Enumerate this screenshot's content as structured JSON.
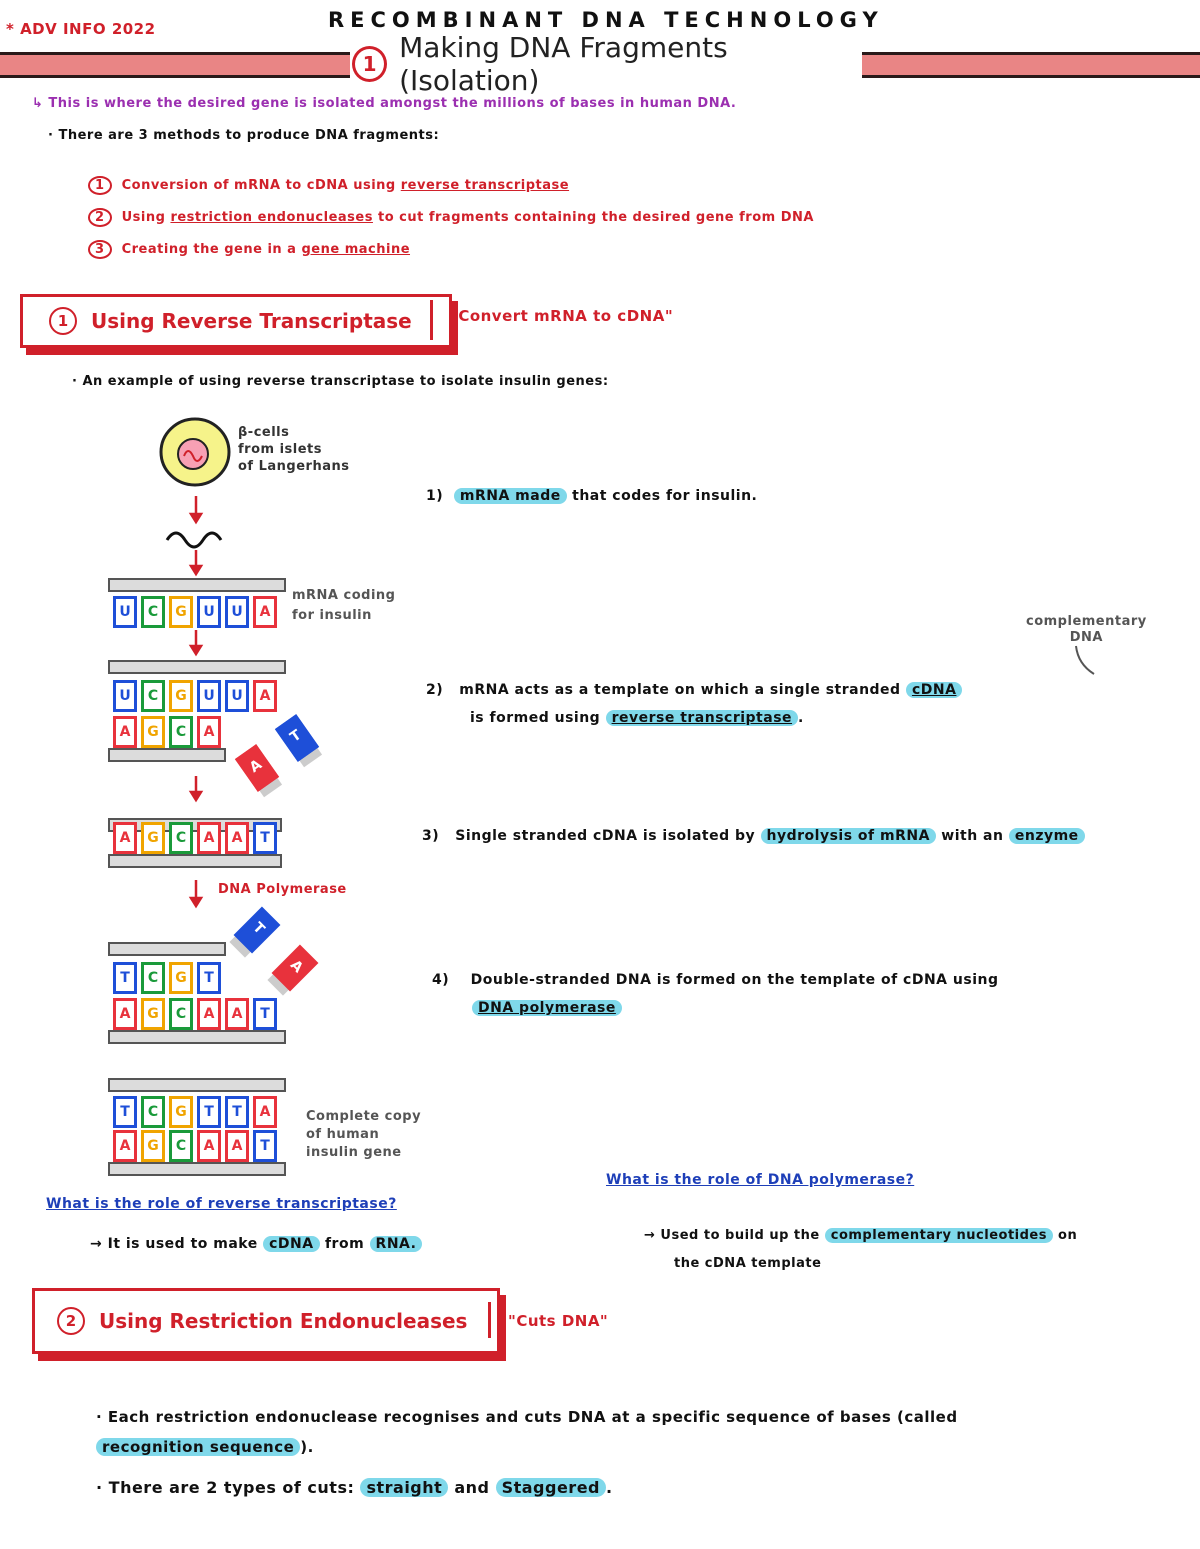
{
  "header": {
    "course": "* ADV INFO 2022",
    "topic": "RECOMBINANT DNA TECHNOLOGY",
    "section_number": "1",
    "section_title": "Making DNA Fragments (Isolation)"
  },
  "intro": {
    "line1": "↳ This is where the desired gene is isolated amongst the millions of bases in human DNA.",
    "line2": "· There are 3 methods to produce DNA fragments:",
    "methods": [
      {
        "num": "1",
        "pre": "Conversion of mRNA to cDNA using ",
        "link": "reverse transcriptase",
        "post": ""
      },
      {
        "num": "2",
        "pre": "Using ",
        "link": "restriction endonucleases",
        "post": " to cut fragments containing the desired gene from DNA"
      },
      {
        "num": "3",
        "pre": "Creating the gene in a ",
        "link": "gene machine",
        "post": ""
      }
    ]
  },
  "section1": {
    "num": "1",
    "title": "Using Reverse Transcriptase",
    "aside": "\"Convert mRNA to cDNA\"",
    "example": "· An example of using reverse transcriptase to isolate insulin genes:",
    "cell_label": [
      "β-cells",
      "from islets",
      "of Langerhans"
    ],
    "mrna_label": [
      "mRNA coding",
      "for insulin"
    ],
    "complementary_label": [
      "complementary",
      "DNA"
    ],
    "polymerase_label": "DNA Polymerase",
    "copy_label": [
      "Complete copy",
      "of human",
      "insulin gene"
    ],
    "steps": [
      {
        "num": "1)",
        "a": "mRNA made",
        "b": " that codes for insulin."
      },
      {
        "num": "2)",
        "a": "mRNA acts as a template on which a single stranded ",
        "b": "cDNA",
        "c": "is formed using ",
        "d": "reverse transcriptase",
        "e": "."
      },
      {
        "num": "3)",
        "a": "Single stranded cDNA is isolated by ",
        "b": "hydrolysis of mRNA",
        "c": " with an ",
        "d": "enzyme"
      },
      {
        "num": "4)",
        "a": "Double-stranded DNA is formed on the template of cDNA using ",
        "b": "DNA polymerase"
      }
    ],
    "strands": {
      "row1": [
        "U",
        "C",
        "G",
        "U",
        "U",
        "A"
      ],
      "row2_top": [
        "U",
        "C",
        "G",
        "U",
        "U",
        "A"
      ],
      "row2_bot": [
        "A",
        "G",
        "C",
        "A"
      ],
      "row3": [
        "A",
        "G",
        "C",
        "A",
        "A",
        "T"
      ],
      "row4_top": [
        "T",
        "C",
        "G",
        "T"
      ],
      "row4_bot": [
        "A",
        "G",
        "C",
        "A",
        "A",
        "T"
      ],
      "row5_top": [
        "T",
        "C",
        "G",
        "T",
        "T",
        "A"
      ],
      "row5_bot": [
        "A",
        "G",
        "C",
        "A",
        "A",
        "T"
      ],
      "loose1": [
        "A",
        "T"
      ],
      "loose2": [
        "T",
        "A"
      ]
    },
    "q1": "What is the role of reverse transcriptase?",
    "a1_pre": "→ It is used to make ",
    "a1_hl1": "cDNA",
    "a1_mid": " from ",
    "a1_hl2": "RNA.",
    "q2": "What is the role of DNA polymerase?",
    "a2_pre": "→ Used to build up the ",
    "a2_hl": "complementary nucleotides",
    "a2_post": " on",
    "a2_line2": "the cDNA template"
  },
  "section2": {
    "num": "2",
    "title": "Using Restriction Endonucleases",
    "aside": "\"Cuts DNA\"",
    "p1_pre": "· Each restriction endonuclease recognises and cuts DNA at a specific sequence of bases (called",
    "p1_hl": "recognition sequence",
    "p1_post": ").",
    "p2_pre": "· There are 2 types of cuts: ",
    "p2_hl1": "straight",
    "p2_mid": " and ",
    "p2_hl2": "Staggered",
    "p2_post": "."
  },
  "colors": {
    "U": "#1e4fd8",
    "C": "#1a9a3a",
    "G": "#f0a400",
    "A": "#e8323c",
    "T": "#1e4fd8",
    "accent_red": "#d0202a",
    "highlight": "#7fd8ea",
    "purple": "#9b2fb0"
  }
}
